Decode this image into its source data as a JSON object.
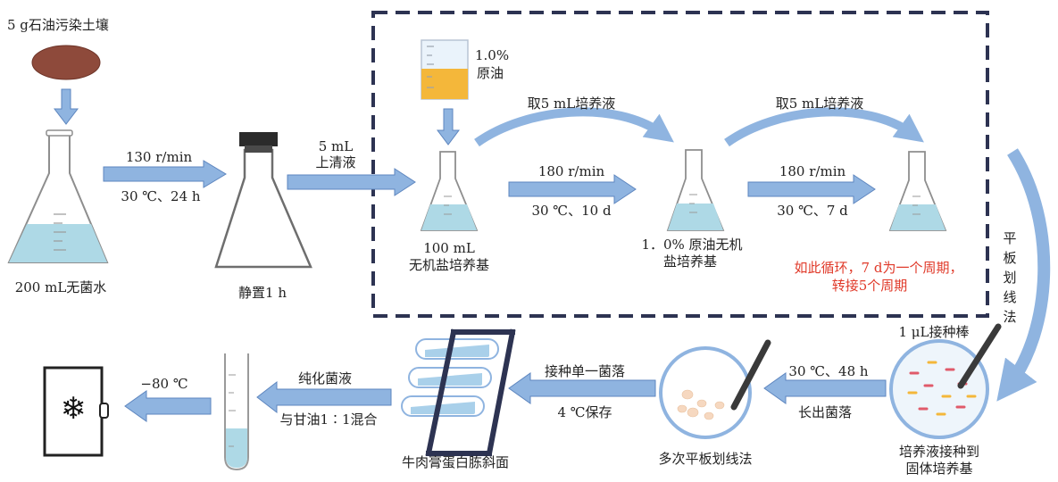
{
  "colors": {
    "arrow": "#8fb4e0",
    "arrow_stroke": "#5e86bf",
    "liquid": "#aed9e6",
    "soil": "#8e4a3b",
    "oil": "#f4b73a",
    "dashed_box": "#2d3352",
    "red_text": "#e03a2a"
  },
  "step1": {
    "soil_label": "5 g石油污染土壤",
    "flask_label": "200 mL无菌水",
    "arrow_top": "130 r/min",
    "arrow_bottom": "30 ℃、24 h"
  },
  "step2": {
    "flask_label": "静置1 h",
    "arrow_top": "5 mL",
    "arrow_bottom": "上清液"
  },
  "cycle": {
    "oil_percent": "1.0%",
    "oil_label": "原油",
    "flask1_line1": "100 mL",
    "flask1_line2": "无机盐培养基",
    "arrow1_top": "180 r/min",
    "arrow1_bottom": "30 ℃、10 d",
    "curve_label_1": "取5 mL培养液",
    "flask2_line1": "1．0% 原油无机",
    "flask2_line2": "盐培养基",
    "curve_label_2": "取5 mL培养液",
    "arrow2_top": "180 r/min",
    "arrow2_bottom": "30 ℃、7 d",
    "note_line1": "如此循环，7 d为一个周期，",
    "note_line2": "转接5个周期"
  },
  "streak_label": "平板划线法",
  "step3": {
    "loop_label": "1 μL接种棒",
    "plate_line1": "培养液接种到",
    "plate_line2": "固体培养基",
    "arrow_top": "30 ℃、48 h",
    "arrow_bottom": "长出菌落"
  },
  "step4": {
    "plate_label": "多次平板划线法",
    "arrow_top": "接种单一菌落",
    "arrow_bottom": "4 ℃保存"
  },
  "step5": {
    "slant_label": "牛肉膏蛋白胨斜面",
    "arrow_top": "纯化菌液",
    "arrow_bottom": "与甘油1∶1混合"
  },
  "step6": {
    "arrow_top": "−80 ℃",
    "freezer_icon": "snowflake-icon",
    "freezer_glyph": "❄"
  }
}
